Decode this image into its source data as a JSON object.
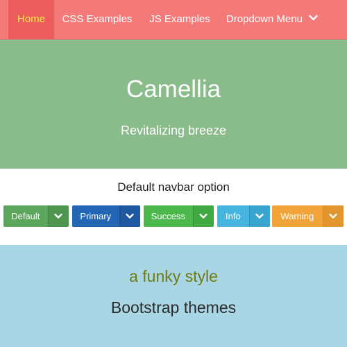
{
  "navbar": {
    "items": [
      {
        "label": "Home",
        "active": true
      },
      {
        "label": "CSS Examples"
      },
      {
        "label": "JS Examples"
      },
      {
        "label": "Dropdown Menu",
        "icon": "chevron-down-icon"
      }
    ],
    "colors": {
      "background": "#f47a7a",
      "active_background": "#ec5c5c",
      "active_text": "#ffe94a"
    }
  },
  "hero": {
    "title": "Camellia",
    "subtitle": "Revitalizing breeze",
    "background": "#8abb8a"
  },
  "options": {
    "heading": "Default navbar option",
    "buttons": [
      {
        "label": "Default",
        "color": "#5ca55c",
        "icon": "chevron-down-icon"
      },
      {
        "label": "Primary",
        "color": "#2366b5",
        "icon": "chevron-down-icon"
      },
      {
        "label": "Success",
        "color": "#4cb84c",
        "icon": "chevron-down-icon"
      },
      {
        "label": "Info",
        "color": "#46b6e0",
        "icon": "chevron-down-icon"
      },
      {
        "label": "Warning",
        "color": "#f2a43a",
        "icon": "chevron-down-icon"
      }
    ]
  },
  "band": {
    "tagline": "a funky style",
    "title": "Bootstrap themes",
    "background": "#a8d6e5",
    "tagline_color": "#6e7c10"
  }
}
